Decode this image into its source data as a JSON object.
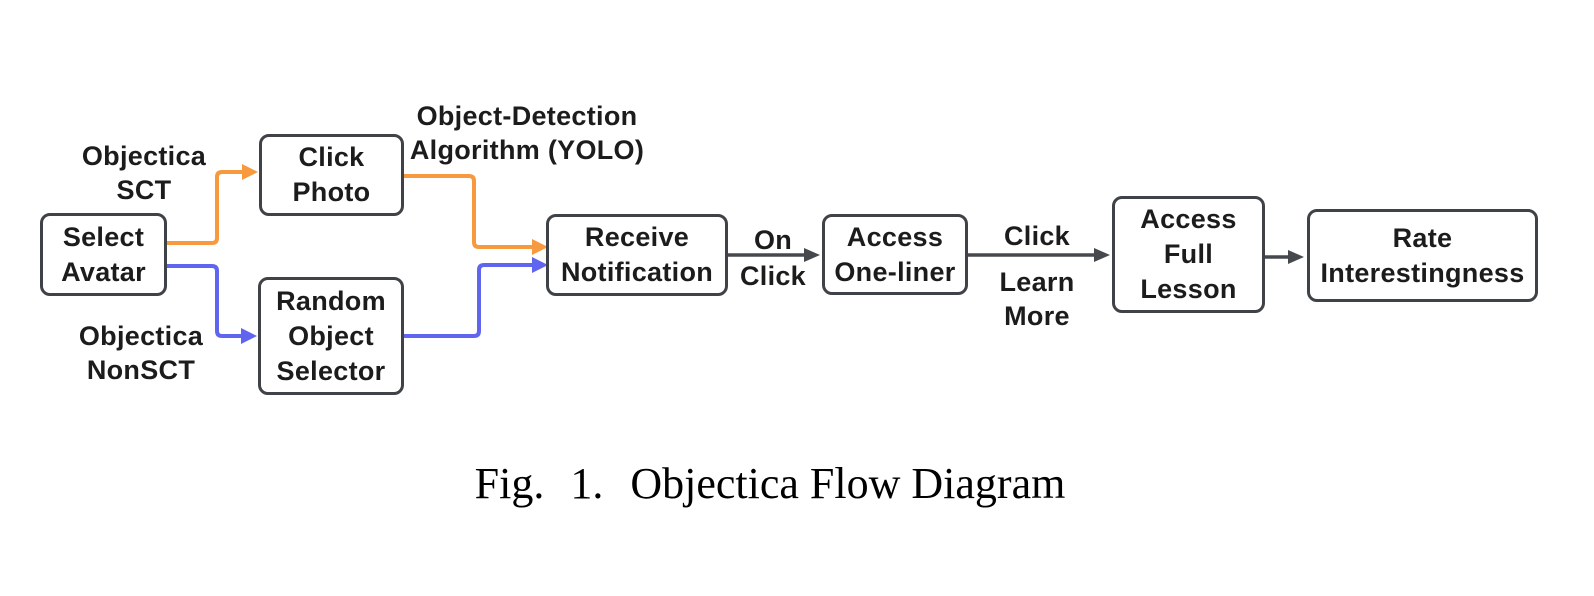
{
  "figure": {
    "nodes": {
      "select_avatar": {
        "lines": [
          "Select",
          "Avatar"
        ]
      },
      "click_photo": {
        "lines": [
          "Click",
          "Photo"
        ]
      },
      "random_object_selector": {
        "lines": [
          "Random",
          "Object",
          "Selector"
        ]
      },
      "receive_notification": {
        "lines": [
          "Receive",
          "Notification"
        ]
      },
      "access_one_liner": {
        "lines": [
          "Access",
          "One-liner"
        ]
      },
      "access_full_lesson": {
        "lines": [
          "Access",
          "Full",
          "Lesson"
        ]
      },
      "rate_interestingness": {
        "lines": [
          "Rate",
          "Interestingness"
        ]
      }
    },
    "edge_labels": {
      "sct": {
        "lines": [
          "Objectica",
          "SCT"
        ]
      },
      "nonsct": {
        "lines": [
          "Objectica",
          "NonSCT"
        ]
      },
      "yolo": {
        "lines": [
          "Object-Detection",
          "Algorithm (YOLO)"
        ]
      },
      "on_click": {
        "lines": [
          "On",
          "Click"
        ]
      },
      "learn_more": {
        "lines": [
          "Click",
          "Learn",
          "More"
        ]
      }
    },
    "caption": {
      "fig_label": "Fig. 1.",
      "title": "Objectica Flow Diagram"
    },
    "colors": {
      "sct_edge": "#F7993F",
      "nonsct_edge": "#6065F0",
      "neutral_edge": "#45494E",
      "node_border": "#3F4347",
      "text": "#1C1C1C"
    }
  }
}
